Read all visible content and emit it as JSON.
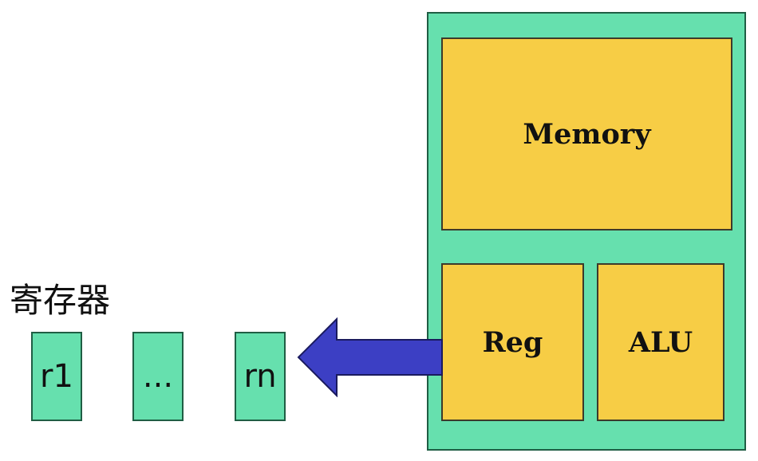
{
  "diagram": {
    "cpu": {
      "memory_label": "Memory",
      "reg_label": "Reg",
      "alu_label": "ALU"
    },
    "registers": {
      "title": "寄存器",
      "items": [
        "r1",
        "...",
        "rn"
      ]
    },
    "colors": {
      "green": "#66e0ae",
      "yellow": "#f7cd45",
      "arrow": "#3c3fc4"
    },
    "arrow_direction": "left"
  }
}
